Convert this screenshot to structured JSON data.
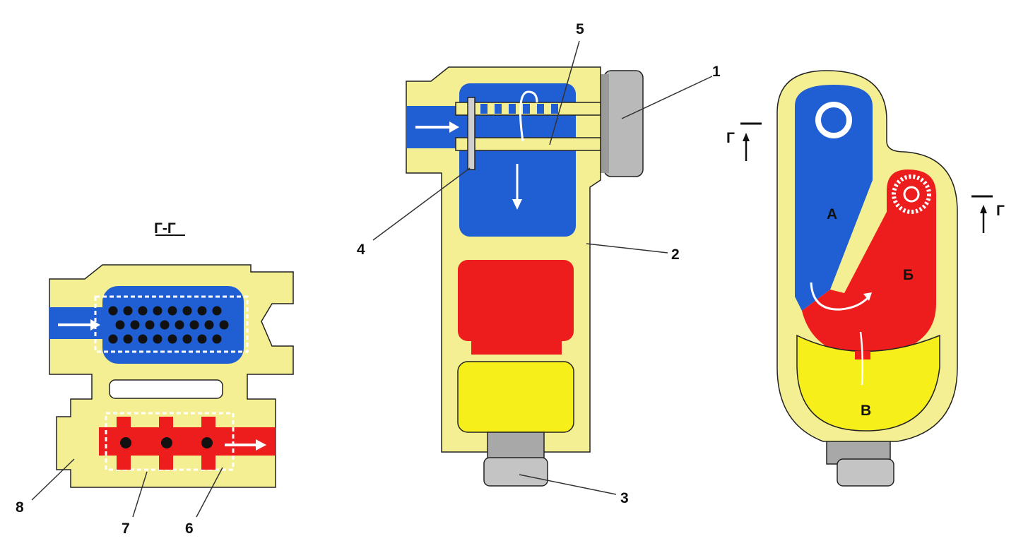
{
  "colors": {
    "body": "#f4ef92",
    "blue": "#1f5fd3",
    "red": "#ee1d1d",
    "yellow": "#f6ef1a",
    "metal": "#b9b9b9"
  },
  "section_title": "Г-Г",
  "callouts": {
    "c1": "1",
    "c2": "2",
    "c3": "3",
    "c4": "4",
    "c5": "5",
    "c6": "6",
    "c7": "7",
    "c8": "8"
  },
  "chambers": {
    "a": "А",
    "b": "Б",
    "v": "В"
  },
  "section_marks": {
    "left": "Г",
    "right": "Г"
  }
}
